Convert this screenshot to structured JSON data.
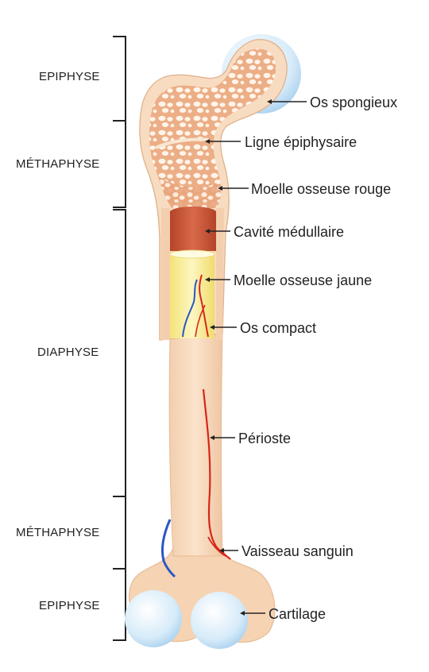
{
  "regions": {
    "epiphyse_top": "EPIPHYSE",
    "metaphyse_top": "MÉTHAPHYSE",
    "diaphyse": "DIAPHYSE",
    "metaphyse_bottom": "MÉTHAPHYSE",
    "epiphyse_bottom": "EPIPHYSE"
  },
  "labels": {
    "os_spongieux": "Os spongieux",
    "ligne_epiphysaire": "Ligne épiphysaire",
    "moelle_rouge": "Moelle osseuse rouge",
    "cavite_medullaire": "Cavité médullaire",
    "moelle_jaune": "Moelle osseuse jaune",
    "os_compact": "Os compact",
    "perioste": "Périoste",
    "vaisseau_sanguin": "Vaisseau sanguin",
    "cartilage": "Cartilage"
  },
  "colors": {
    "bone": "#f7d9bc",
    "bone_outline": "#e9c09c",
    "spongy_holes": "#ffffff",
    "spongy_fill": "#ecb48f",
    "red_marrow": "#c8573a",
    "yellow_marrow": "#f8ef9a",
    "cartilage": "#cfe6f7",
    "artery": "#d8261c",
    "vein": "#2a56c6"
  }
}
